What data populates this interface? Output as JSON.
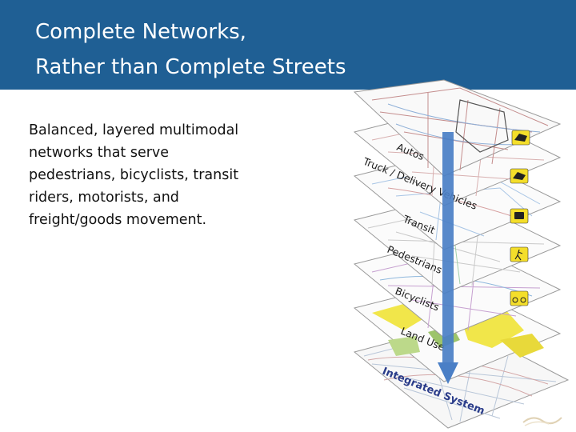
{
  "slide": {
    "title_lines": [
      "Complete Networks,",
      "Rather than Complete Streets"
    ],
    "body_lines": [
      "Balanced, layered multimodal",
      "networks that serve",
      "pedestrians, bicyclists, transit",
      "riders, motorists, and",
      "freight/goods movement."
    ]
  },
  "diagram": {
    "layer_labels": [
      "Autos",
      "Truck / Delivery Vehicles",
      "Transit",
      "Pedestrians",
      "Bicyclists",
      "Land Use",
      "Integrated System"
    ],
    "icons": [
      "car-sign-icon",
      "truck-sign-icon",
      "bus-sign-icon",
      "pedestrian-sign-icon",
      "bicycle-sign-icon"
    ],
    "colors": {
      "title_bar": "#1f5f94",
      "arrow": "#4a7fc6",
      "icon_bg": "#f4de2a",
      "landuse": "#f1e64a"
    }
  }
}
